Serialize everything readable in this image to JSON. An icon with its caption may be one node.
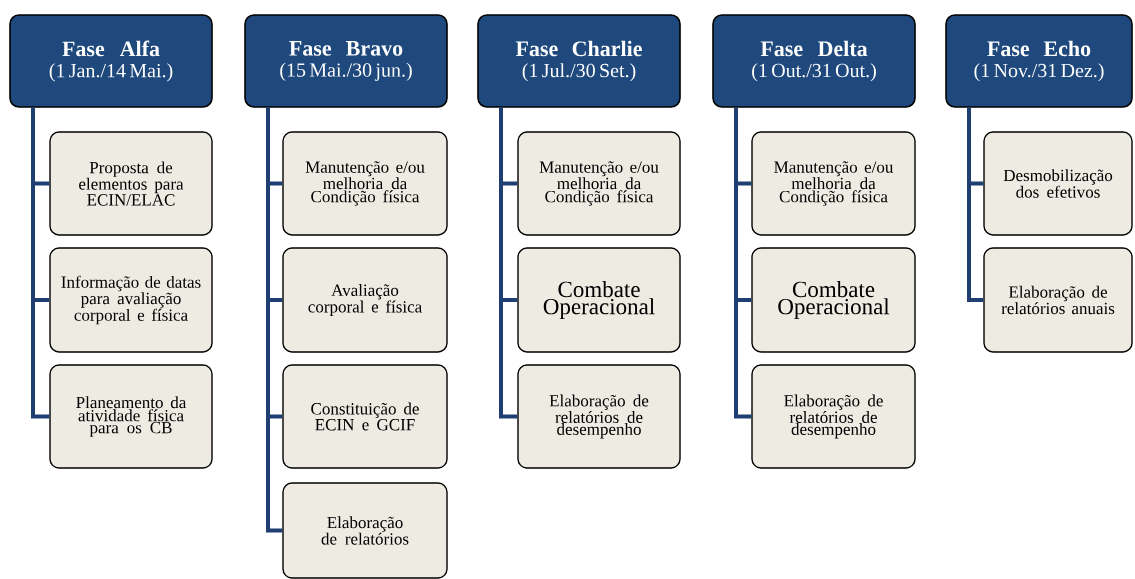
{
  "diagram": {
    "nodes": [
      {
        "text": [
          "Fase Alfa",
          "(1 Jan./14 Mai.)"
        ]
      },
      {
        "text": [
          "Proposta de elementos para ECIN/ELAC"
        ]
      },
      {
        "text": [
          "Informação de datas para avaliação corporal e física"
        ]
      },
      {
        "text": [
          "Planeamento da atividade física para os CB"
        ]
      },
      {
        "text": [
          "Fase Bravo",
          "(15 Mai./30 jun.)"
        ]
      },
      {
        "text": [
          "Manutenção e/ou melhoria da Condição física"
        ]
      },
      {
        "text": [
          "Avaliação corporal e física"
        ]
      },
      {
        "text": [
          "Constituição de ECIN e GCIF"
        ]
      },
      {
        "text": [
          "Elaboração de relatórios"
        ]
      },
      {
        "text": [
          "Fase Charlie",
          "(1 Jul./30 Set.)"
        ]
      },
      {
        "text": [
          "Manutenção e/ou melhoria da Condição física"
        ]
      },
      {
        "text": [
          "Combate Operacional"
        ]
      },
      {
        "text": [
          "Elaboração de relatórios de desempenho"
        ]
      },
      {
        "text": [
          "Fase Delta",
          "(1 Out./31 Out.)"
        ]
      },
      {
        "text": [
          "Manutenção e/ou melhoria da Condição física"
        ]
      },
      {
        "text": [
          "Combate Operacional"
        ]
      },
      {
        "text": [
          "Elaboração de relatórios de desempenho"
        ]
      },
      {
        "text": [
          "Fase Echo",
          "(1 Nov./31 Dez.)"
        ]
      },
      {
        "text": [
          "Desmobilização dos efetivos"
        ]
      },
      {
        "text": [
          "Elaboração de relatórios anuais"
        ]
      }
    ],
    "edges": [
      {
        "from": 0,
        "to": 1,
        "arrow": "none"
      },
      {
        "from": 0,
        "to": 2,
        "arrow": "none"
      },
      {
        "from": 0,
        "to": 3,
        "arrow": "none"
      },
      {
        "from": 4,
        "to": 5,
        "arrow": "none"
      },
      {
        "from": 4,
        "to": 6,
        "arrow": "none"
      },
      {
        "from": 4,
        "to": 7,
        "arrow": "none"
      },
      {
        "from": 4,
        "to": 8,
        "arrow": "none"
      },
      {
        "from": 9,
        "to": 10,
        "arrow": "none"
      },
      {
        "from": 9,
        "to": 11,
        "arrow": "none"
      },
      {
        "from": 9,
        "to": 12,
        "arrow": "none"
      },
      {
        "from": 13,
        "to": 14,
        "arrow": "none"
      },
      {
        "from": 13,
        "to": 15,
        "arrow": "none"
      },
      {
        "from": 13,
        "to": 16,
        "arrow": "none"
      },
      {
        "from": 17,
        "to": 18,
        "arrow": "none"
      },
      {
        "from": 17,
        "to": 19,
        "arrow": "none"
      }
    ]
  }
}
